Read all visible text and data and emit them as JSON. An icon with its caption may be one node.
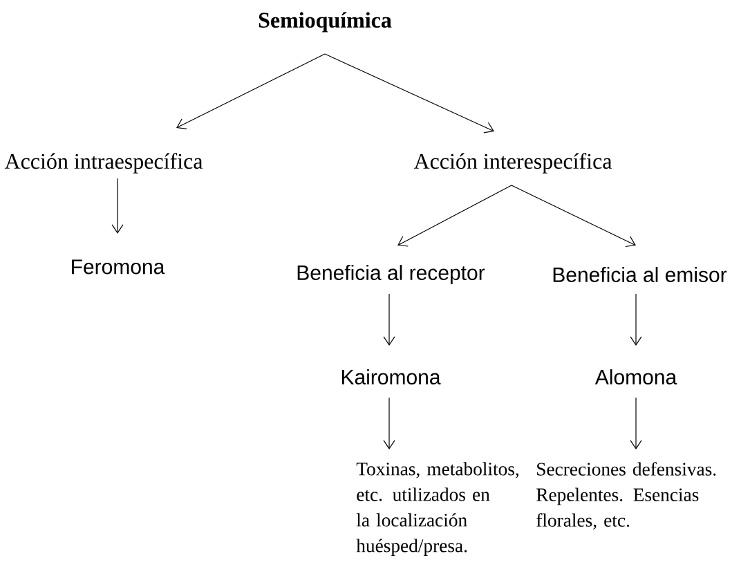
{
  "diagram": {
    "nodes": [
      {
        "text": [
          "Semioquímica"
        ]
      },
      {
        "text": [
          "Acción intraespecífica"
        ]
      },
      {
        "text": [
          "Acción interespecífica"
        ]
      },
      {
        "text": [
          "Feromona"
        ]
      },
      {
        "text": [
          "Beneficia al receptor"
        ]
      },
      {
        "text": [
          "Beneficia al emisor"
        ]
      },
      {
        "text": [
          "Kairomona"
        ]
      },
      {
        "text": [
          "Alomona"
        ]
      },
      {
        "text": [
          "Toxinas, metabolitos, etc. utilizados en la localización huésped/presa."
        ]
      },
      {
        "text": [
          "Secreciones defensivas. Repelentes. Esencias florales, etc."
        ]
      }
    ],
    "edges": [
      {
        "from": 0,
        "to": 1,
        "arrow": "to"
      },
      {
        "from": 0,
        "to": 2,
        "arrow": "to"
      },
      {
        "from": 1,
        "to": 3,
        "arrow": "to"
      },
      {
        "from": 2,
        "to": 4,
        "arrow": "to"
      },
      {
        "from": 2,
        "to": 5,
        "arrow": "to"
      },
      {
        "from": 4,
        "to": 6,
        "arrow": "to"
      },
      {
        "from": 5,
        "to": 7,
        "arrow": "to"
      },
      {
        "from": 6,
        "to": 8,
        "arrow": "to"
      },
      {
        "from": 7,
        "to": 9,
        "arrow": "to"
      }
    ]
  }
}
